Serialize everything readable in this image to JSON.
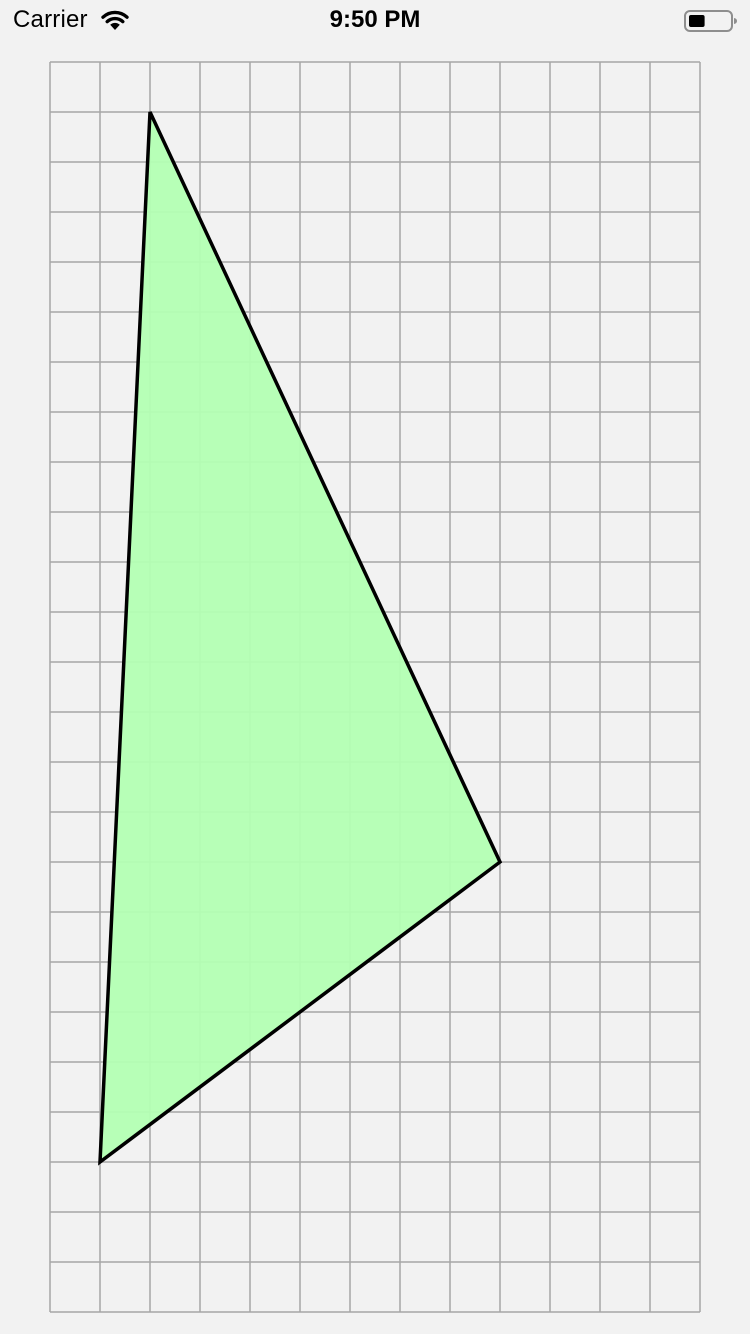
{
  "status_bar": {
    "carrier": "Carrier",
    "time": "9:50 PM",
    "wifi_icon": "wifi-icon",
    "battery_icon": "battery-icon",
    "battery_level": 0.4
  },
  "grid": {
    "columns": 13,
    "rows": 25,
    "line_color": "#a6a6a6"
  },
  "triangle": {
    "vertices": [
      [
        2,
        1
      ],
      [
        9,
        16
      ],
      [
        1,
        22
      ]
    ],
    "fill_color": "#b3ffb3",
    "stroke_color": "#000000"
  }
}
